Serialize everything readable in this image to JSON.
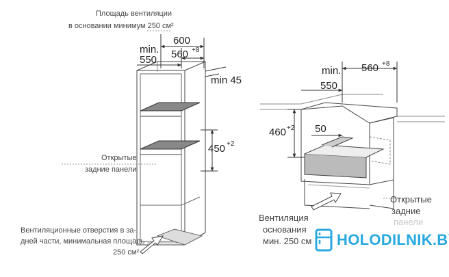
{
  "left_diagram": {
    "vent_area_top": {
      "line1": "Площадь вентиляции",
      "line2": "в основании минимум 250 см²"
    },
    "dim_600": "600",
    "dim_min": "min.",
    "dim_550": "550",
    "dim_560": "560",
    "dim_560_sup": "+8",
    "dim_min45": "min 45",
    "dim_450": "450",
    "dim_450_sup": "+2",
    "open_back": {
      "line1": "Открытые",
      "line2": "задние панели"
    },
    "vent_holes": {
      "line1": "Вентиляционные отверстия в за-",
      "line2": "дней части, минимальная площадь",
      "line3": "250 см²"
    }
  },
  "right_diagram": {
    "dim_min": "min.",
    "dim_550": "550",
    "dim_560": "560",
    "dim_560_sup": "+8",
    "dim_460": "460",
    "dim_460_sup": "+2",
    "dim_50": "50",
    "vent_base": {
      "line1": "Вентиляция",
      "line2": "основания",
      "line3": "мин. 250 см"
    },
    "open_back": {
      "line1": "Открытые",
      "line2": "задние",
      "line3": "панели"
    }
  },
  "logo": {
    "text": "HOLODILNIK.BY",
    "icon": "fridge-icon",
    "color": "#29a9e0"
  }
}
